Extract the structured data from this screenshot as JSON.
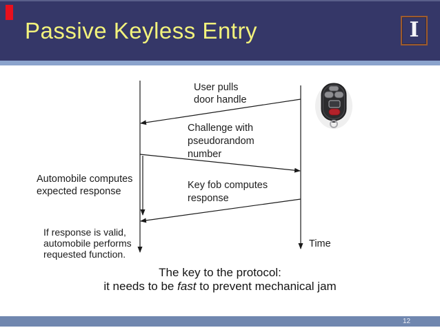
{
  "slide": {
    "title": "Passive Keyless Entry",
    "page_number": "12"
  },
  "logo": {
    "letter": "I"
  },
  "diagram": {
    "type": "sequence",
    "labels": {
      "user_action": "User pulls\ndoor handle",
      "challenge": "Challenge with\npseudorandom\nnumber",
      "key_fob": "Key fob computes\nresponse",
      "automobile": "Automobile computes\nexpected response",
      "valid": "If response is valid,\nautomobile performs\nrequested function.",
      "time_axis": "Time"
    },
    "messages": [
      {
        "label": "User pulls door handle",
        "from": "key-fob-line",
        "to": "automobile-line"
      },
      {
        "label": "Challenge with pseudorandom number",
        "from": "automobile-line",
        "to": "key-fob-line"
      },
      {
        "label": "Key fob computes response",
        "from": "key-fob-line",
        "to": "automobile-line"
      }
    ]
  },
  "closing": {
    "line1": "The key to the protocol:",
    "line2_pre": "it needs to be ",
    "line2_italic": "fast",
    "line2_post": " to prevent mechanical jam"
  },
  "colors": {
    "header_bg": "#353768",
    "title_text": "#f2f27c",
    "divider": "#8ba3cc",
    "footer_bar": "#7087af",
    "accent_red": "#e8101e",
    "logo_border": "#9e5b2e",
    "diagram_line": "#1a1a1a"
  }
}
